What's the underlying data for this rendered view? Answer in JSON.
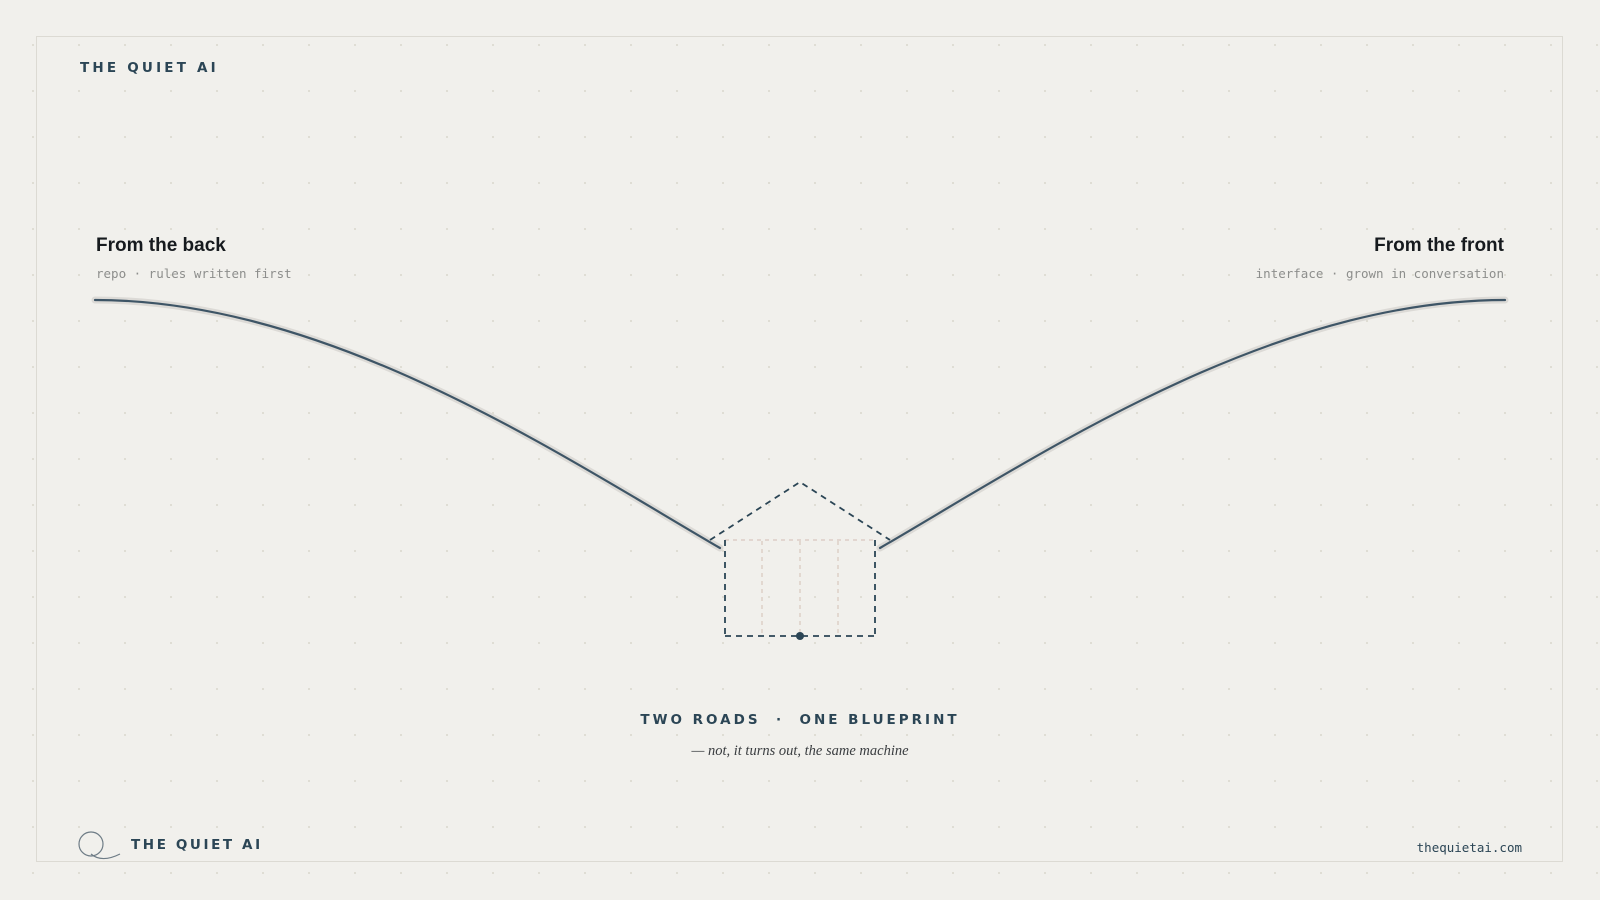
{
  "brand": {
    "name": "THE QUIET AI",
    "url": "thequietai.com"
  },
  "left_road": {
    "title": "From the back",
    "subtitle": "repo · rules written first"
  },
  "right_road": {
    "title": "From the front",
    "subtitle": "interface · grown in conversation"
  },
  "caption": {
    "main": "TWO ROADS  ·  ONE BLUEPRINT",
    "sub": "— not, it turns out, the same machine"
  },
  "colors": {
    "background": "#f1f0ec",
    "ink": "#2b4555",
    "road": "#3e5566",
    "road_halo": "#dcdad6",
    "grid_dots": "#dedcd3",
    "inner_guides": "#d9c7be"
  },
  "icons": {
    "logo": "q-mark-icon"
  }
}
